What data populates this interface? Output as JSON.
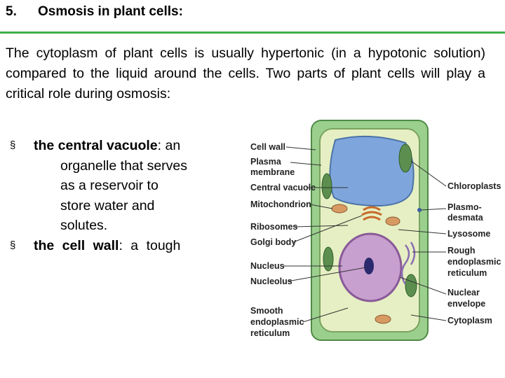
{
  "header": {
    "number": "5.",
    "title": "Osmosis in plant cells:"
  },
  "intro": "The cytoplasm of plant cells is usually hypertonic (in a hypotonic solution) compared to the liquid around the cells.  Two parts of plant cells will play a critical role during osmosis:",
  "bullets": [
    {
      "lead": "the central vacuole",
      "lines": [
        ": an",
        "organelle that serves",
        "as a reservoir to",
        "store water and",
        "solutes."
      ]
    },
    {
      "lead": "the cell wall",
      "lines": [
        ": a tough"
      ]
    }
  ],
  "diagram": {
    "labels_left": [
      "Cell wall",
      "Plasma",
      "membrane",
      "Central vacuole",
      "Mitochondrion",
      "Ribosomes",
      "Golgi body",
      "Nucleus",
      "Nucleolus",
      "Smooth",
      "endoplasmic",
      "reticulum"
    ],
    "labels_right": [
      "Chloroplasts",
      "Plasmo-",
      "desmata",
      "Lysosome",
      "Rough",
      "endoplasmic",
      "reticulum",
      "Nuclear",
      "envelope",
      "Cytoplasm"
    ],
    "colors": {
      "wall": "#9bcf8e",
      "cytoplasm": "#e6efc3",
      "vacuole": "#7fa6dc",
      "nucleus": "#c7a0cf",
      "chloroplast": "#5c8f4f",
      "mitochondria": "#d79a62"
    }
  }
}
